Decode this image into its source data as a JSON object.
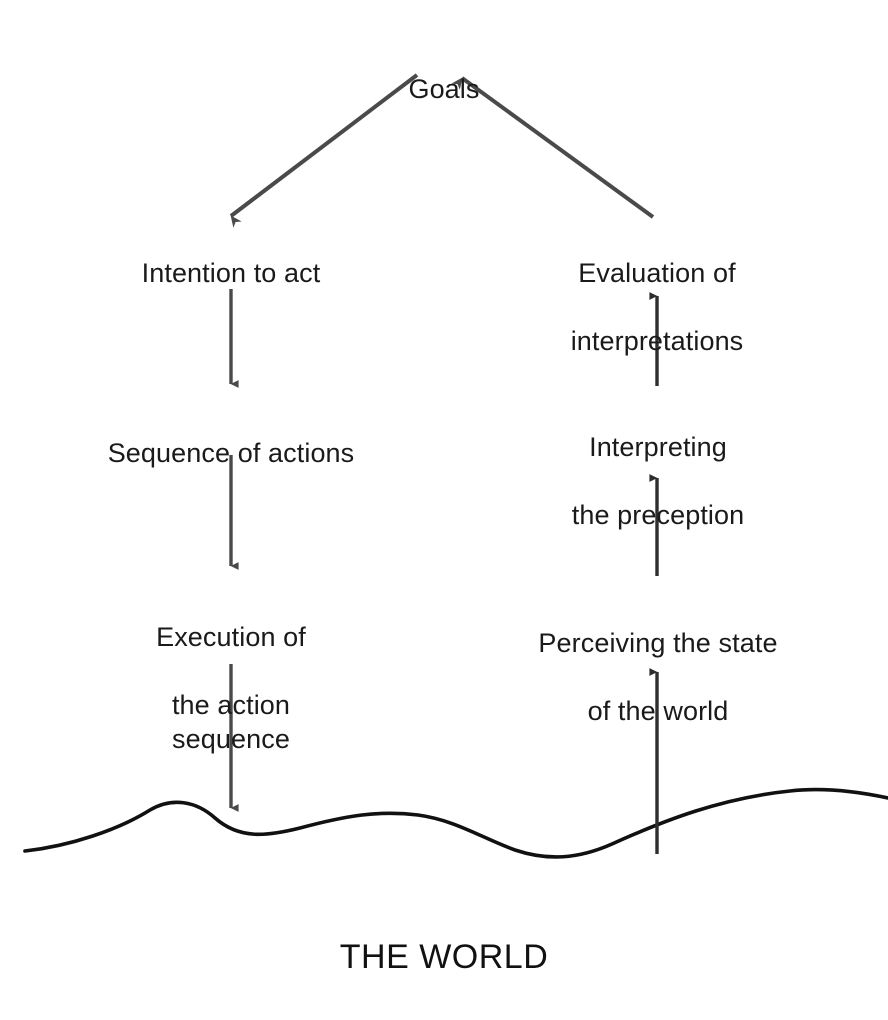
{
  "diagram": {
    "title": "Norman's seven stages of action",
    "stroke_color": "#4a4a4a",
    "world_line_color": "#111111",
    "text_color": "#1a1a1a",
    "background_color": "#ffffff",
    "nodes": {
      "goals": {
        "label": "Goals"
      },
      "intention": {
        "label": "Intention to act"
      },
      "evaluation": {
        "line1": "Evaluation of",
        "line2": "interpretations"
      },
      "sequence": {
        "label": "Sequence of actions"
      },
      "interpreting": {
        "line1": "Interpreting",
        "line2": "the preception"
      },
      "execution": {
        "line1": "Execution of",
        "line2": "the action sequence"
      },
      "perceiving": {
        "line1": "Perceiving the state",
        "line2": "of the world"
      }
    },
    "world": {
      "caption": "THE WORLD"
    },
    "edges": [
      {
        "name": "goals-to-intention",
        "from": "goals",
        "to": "intention",
        "direction": "down-left"
      },
      {
        "name": "intention-to-sequence",
        "from": "intention",
        "to": "sequence",
        "direction": "down"
      },
      {
        "name": "sequence-to-execution",
        "from": "sequence",
        "to": "execution",
        "direction": "down"
      },
      {
        "name": "execution-to-world",
        "from": "execution",
        "to": "world",
        "direction": "down"
      },
      {
        "name": "world-to-perceiving",
        "from": "world",
        "to": "perceiving",
        "direction": "up"
      },
      {
        "name": "perceiving-to-interpreting",
        "from": "perceiving",
        "to": "interpreting",
        "direction": "up"
      },
      {
        "name": "interpreting-to-evaluation",
        "from": "interpreting",
        "to": "evaluation",
        "direction": "up"
      },
      {
        "name": "evaluation-to-goals",
        "from": "evaluation",
        "to": "goals",
        "direction": "up-left"
      }
    ]
  }
}
